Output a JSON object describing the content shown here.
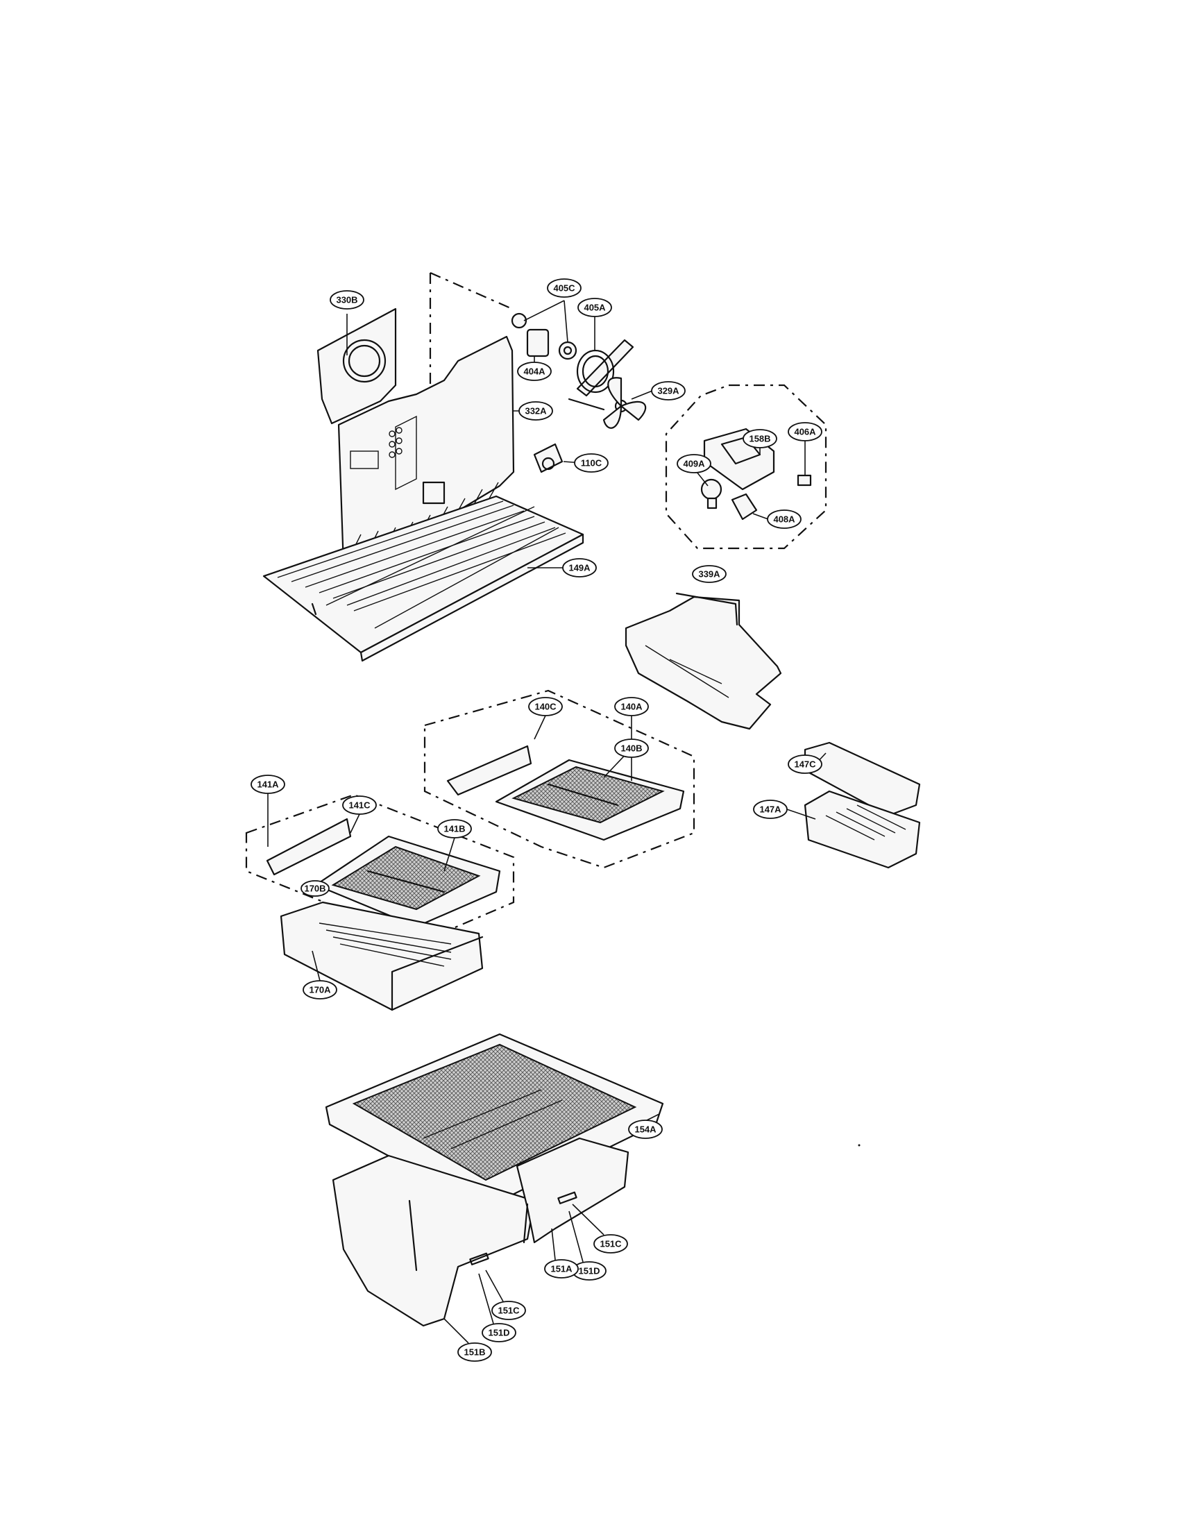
{
  "callouts": [
    {
      "id": "330B",
      "label": "330B"
    },
    {
      "id": "405C",
      "label": "405C"
    },
    {
      "id": "405A",
      "label": "405A"
    },
    {
      "id": "404A",
      "label": "404A"
    },
    {
      "id": "329A",
      "label": "329A"
    },
    {
      "id": "332A",
      "label": "332A"
    },
    {
      "id": "110C",
      "label": "110C"
    },
    {
      "id": "158B",
      "label": "158B"
    },
    {
      "id": "406A",
      "label": "406A"
    },
    {
      "id": "409A",
      "label": "409A"
    },
    {
      "id": "408A",
      "label": "408A"
    },
    {
      "id": "149A",
      "label": "149A"
    },
    {
      "id": "339A",
      "label": "339A"
    },
    {
      "id": "140C",
      "label": "140C"
    },
    {
      "id": "140A",
      "label": "140A"
    },
    {
      "id": "140B",
      "label": "140B"
    },
    {
      "id": "147C",
      "label": "147C"
    },
    {
      "id": "147A",
      "label": "147A"
    },
    {
      "id": "141A",
      "label": "141A"
    },
    {
      "id": "141C",
      "label": "141C"
    },
    {
      "id": "141B",
      "label": "141B"
    },
    {
      "id": "170B",
      "label": "170B"
    },
    {
      "id": "170A",
      "label": "170A"
    },
    {
      "id": "154A",
      "label": "154A"
    },
    {
      "id": "151C_r",
      "label": "151C"
    },
    {
      "id": "151D_r",
      "label": "151D"
    },
    {
      "id": "151A",
      "label": "151A"
    },
    {
      "id": "151C_l",
      "label": "151C"
    },
    {
      "id": "151D_l",
      "label": "151D"
    },
    {
      "id": "151B",
      "label": "151B"
    }
  ]
}
